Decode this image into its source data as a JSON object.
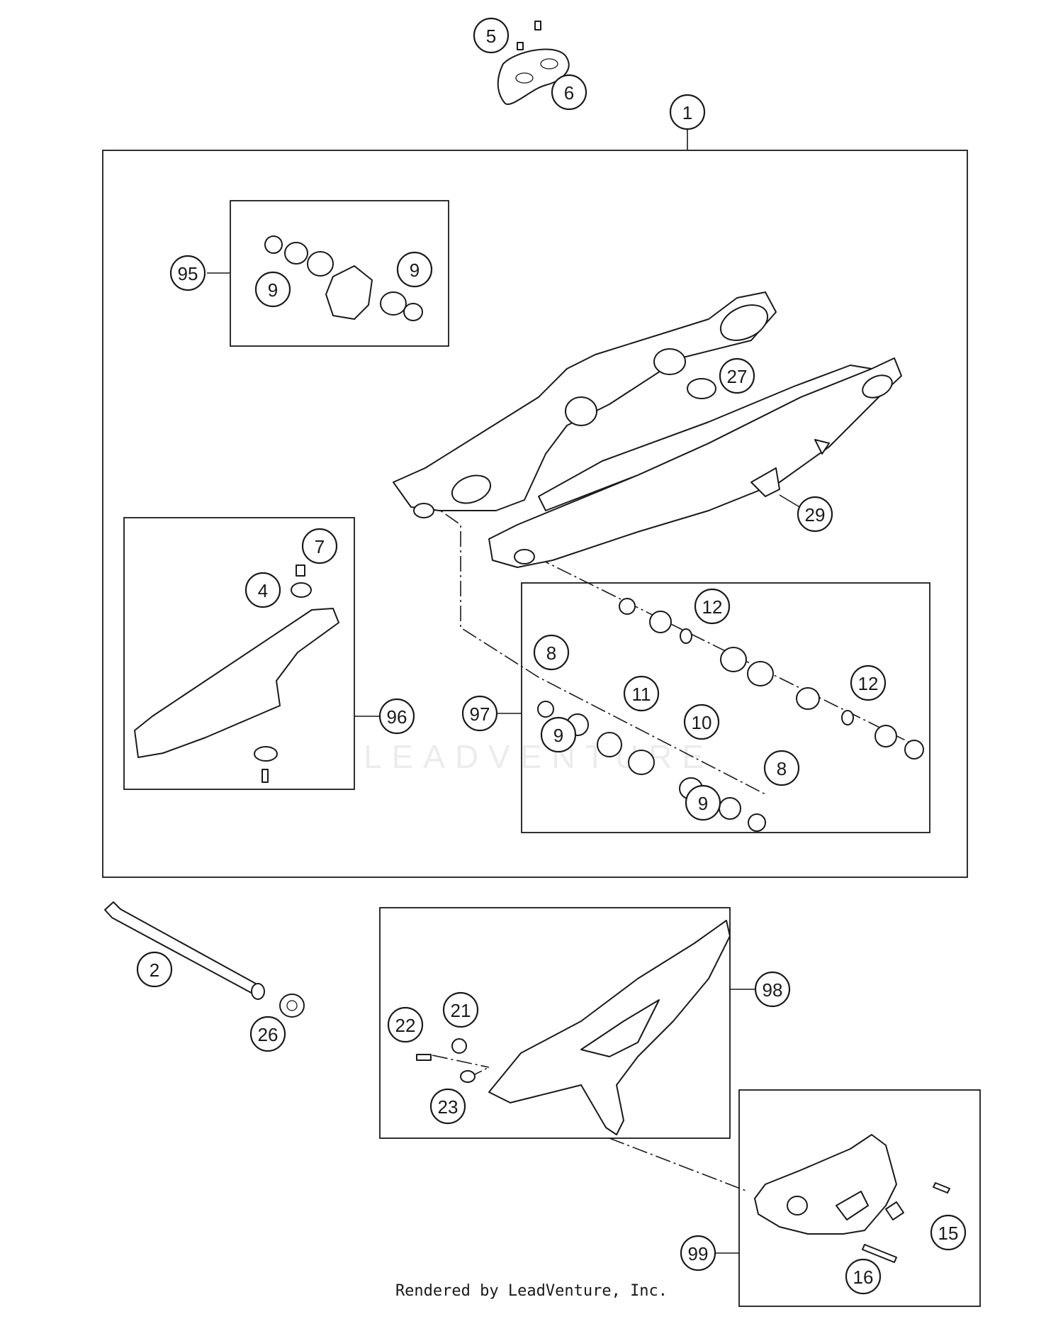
{
  "diagram": {
    "callouts": [
      "1",
      "2",
      "4",
      "5",
      "6",
      "7",
      "8",
      "9",
      "10",
      "11",
      "12",
      "15",
      "16",
      "21",
      "22",
      "23",
      "26",
      "27",
      "29",
      "95",
      "96",
      "97",
      "98",
      "99"
    ]
  },
  "watermark": "LEADVENTURE",
  "footer": "Rendered by LeadVenture, Inc."
}
